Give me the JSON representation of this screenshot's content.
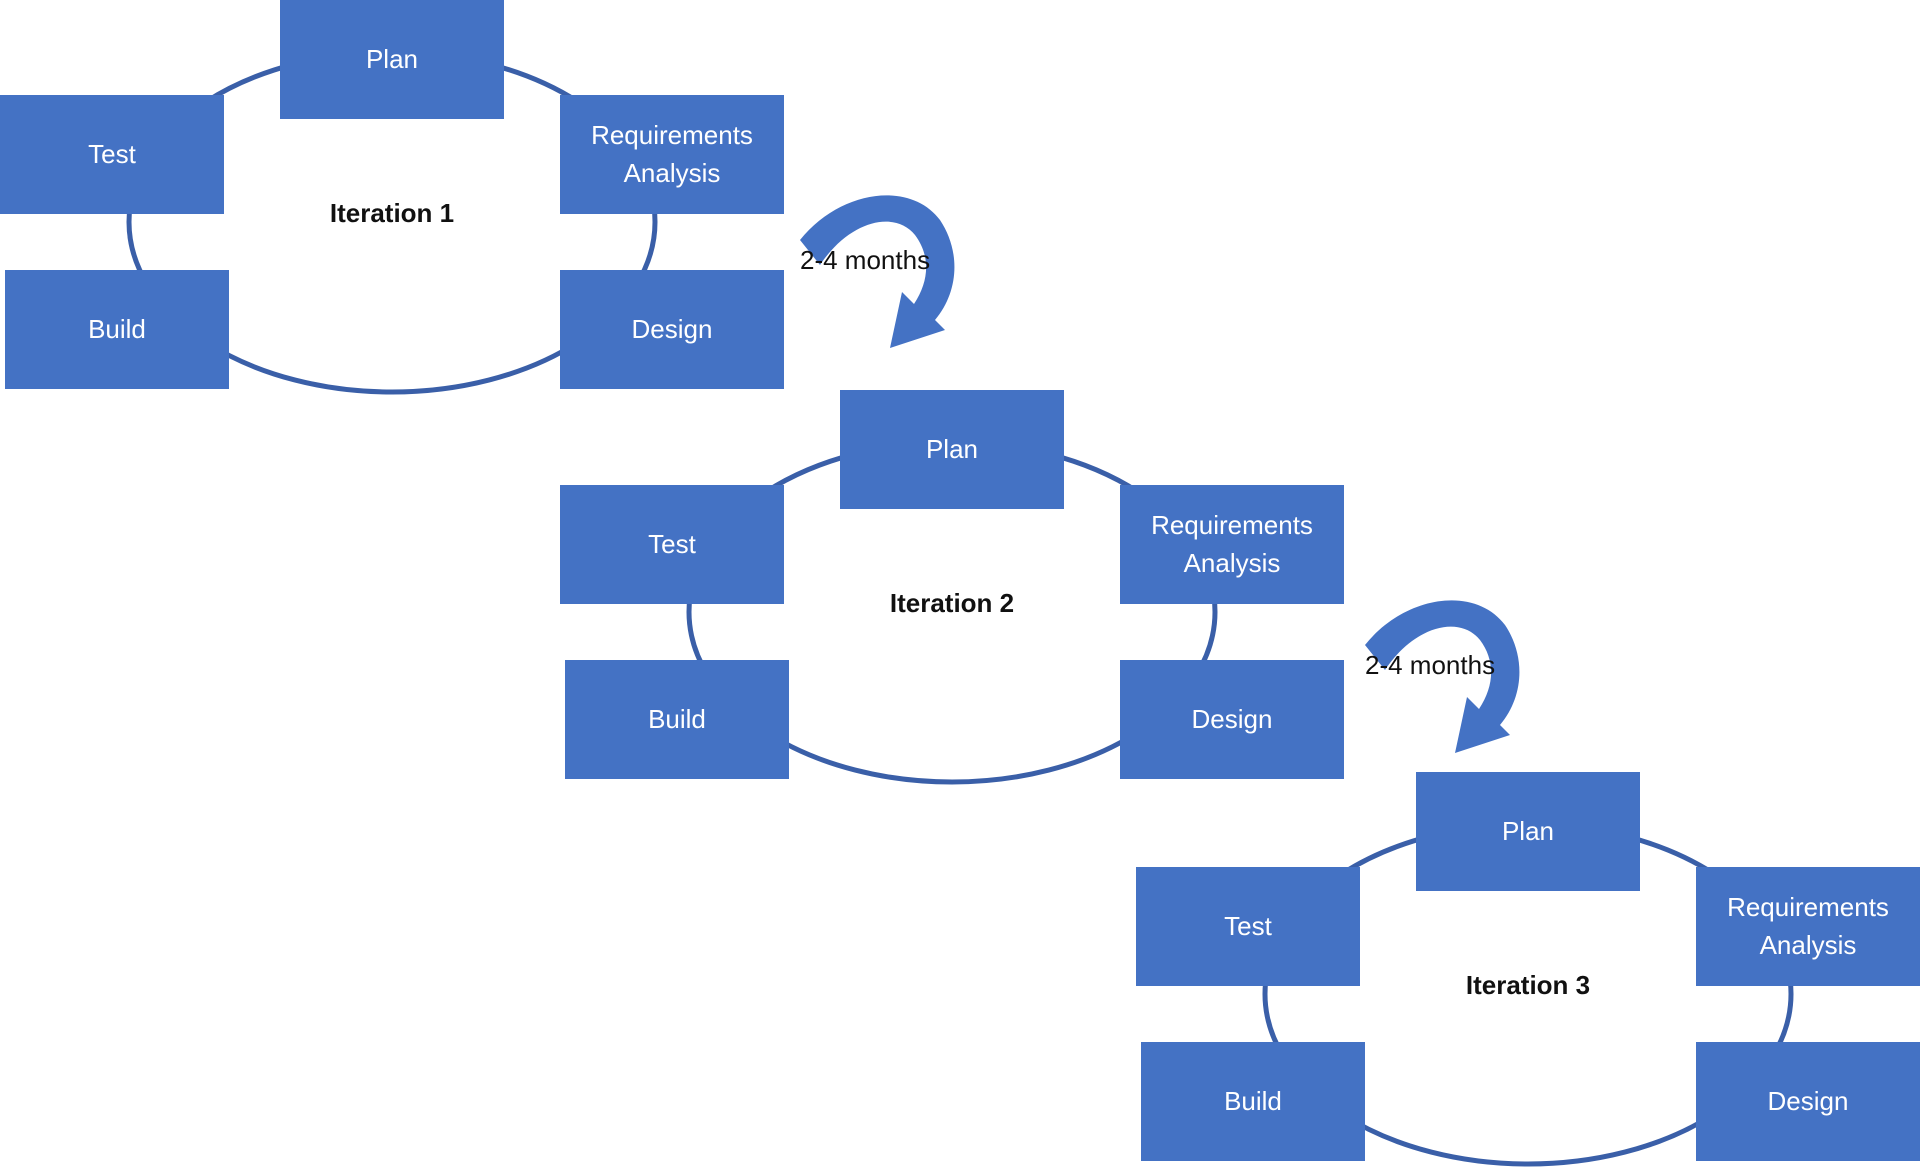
{
  "iterations": [
    {
      "label": "Iteration 1",
      "steps": {
        "plan": "Plan",
        "requirements": "Requirements\nAnalysis",
        "design": "Design",
        "build": "Build",
        "test": "Test"
      }
    },
    {
      "label": "Iteration 2",
      "steps": {
        "plan": "Plan",
        "requirements": "Requirements\nAnalysis",
        "design": "Design",
        "build": "Build",
        "test": "Test"
      }
    },
    {
      "label": "Iteration 3",
      "steps": {
        "plan": "Plan",
        "requirements": "Requirements\nAnalysis",
        "design": "Design",
        "build": "Build",
        "test": "Test"
      }
    }
  ],
  "transitions": [
    {
      "label": "2-4 months"
    },
    {
      "label": "2-4 months"
    }
  ],
  "colors": {
    "box_fill": "#4472c4",
    "ring_stroke": "#3a5fa8",
    "arrow_fill": "#4472c4",
    "box_text": "#ffffff",
    "label_text": "#111111"
  }
}
